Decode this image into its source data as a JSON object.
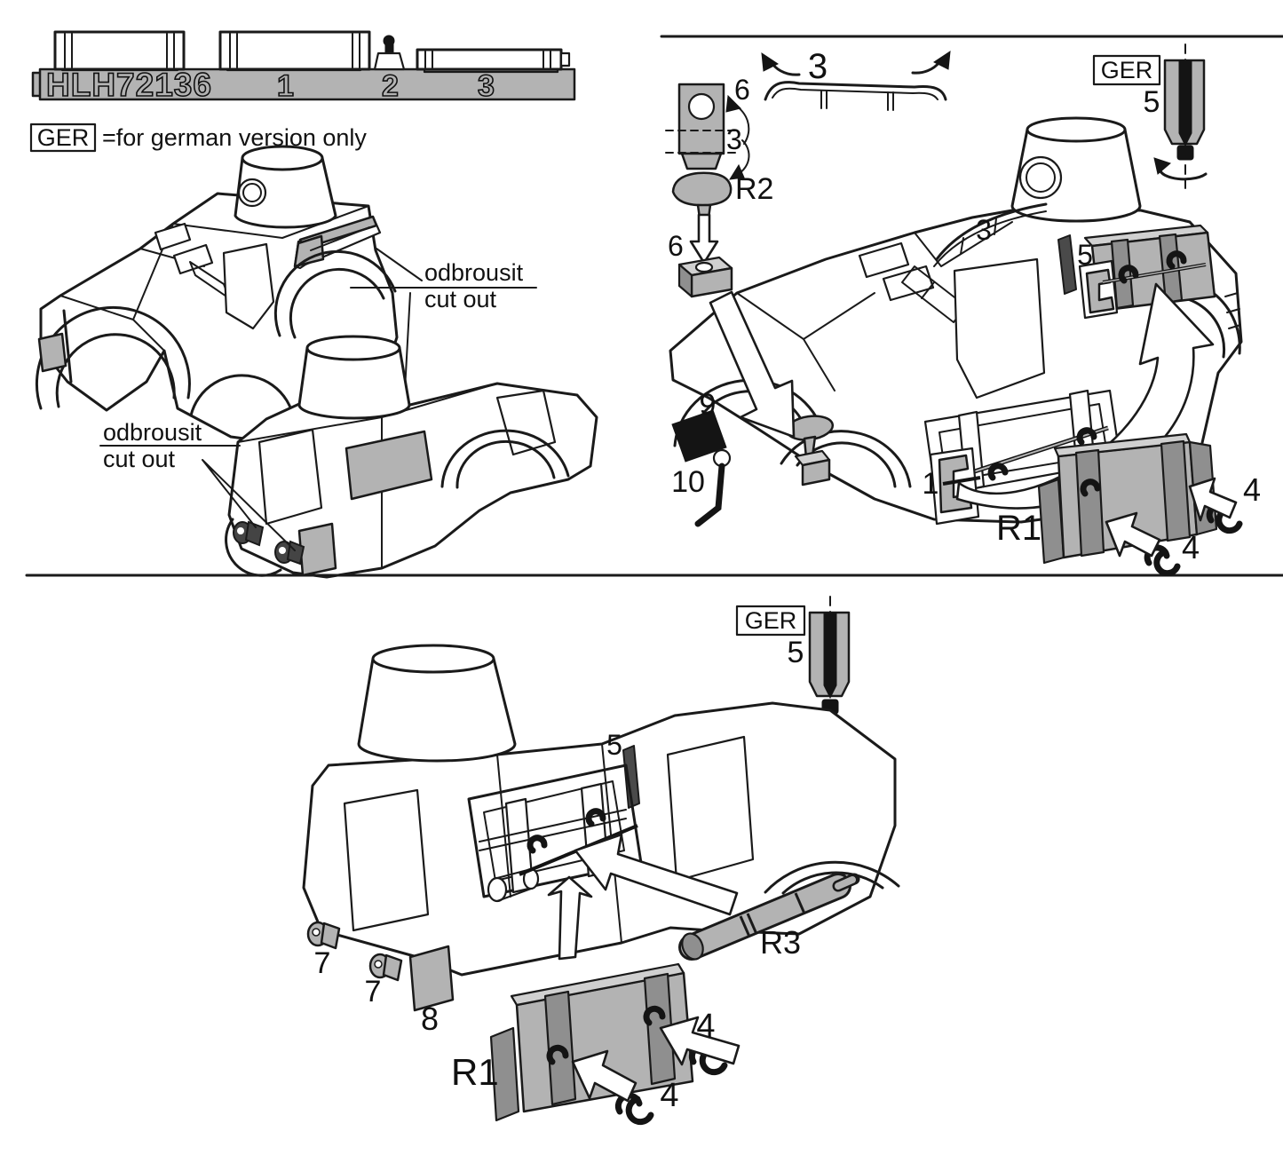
{
  "doc": {
    "fret": {
      "code": "HLH72136",
      "n1": "1",
      "n2": "2",
      "n3": "3"
    },
    "legend": {
      "badge": "GER",
      "meaning": "=for german version only"
    },
    "left_panel": {
      "note1_line1": "odbrousit",
      "note1_line2": "cut out",
      "note2_line1": "odbrousit",
      "note2_line2": "cut out"
    },
    "right_panel": {
      "rail": "3",
      "fold_top": "6",
      "fold_mid": "3",
      "handle": "R2",
      "bracket": "6",
      "badge": "GER",
      "jack": "5",
      "roof_rail": "3",
      "pioneer_tool": "5",
      "mudflap": "9",
      "rod": "10",
      "clamp_bracket": "1",
      "toolbox": "R1",
      "buckle_a": "4",
      "buckle_b": "4"
    },
    "bottom_panel": {
      "badge": "GER",
      "jack": "5",
      "pioneer_tool": "5",
      "hook_a": "7",
      "hook_b": "7",
      "flap": "8",
      "toolbox": "R1",
      "cylinder": "R3",
      "buckle_a": "4",
      "buckle_b": "4"
    },
    "colors": {
      "line": "#1a1a1a",
      "part_gray": "#b3b3b3",
      "part_dark_gray": "#8f8f8f",
      "part_black": "#141414",
      "paper": "#ffffff"
    }
  }
}
